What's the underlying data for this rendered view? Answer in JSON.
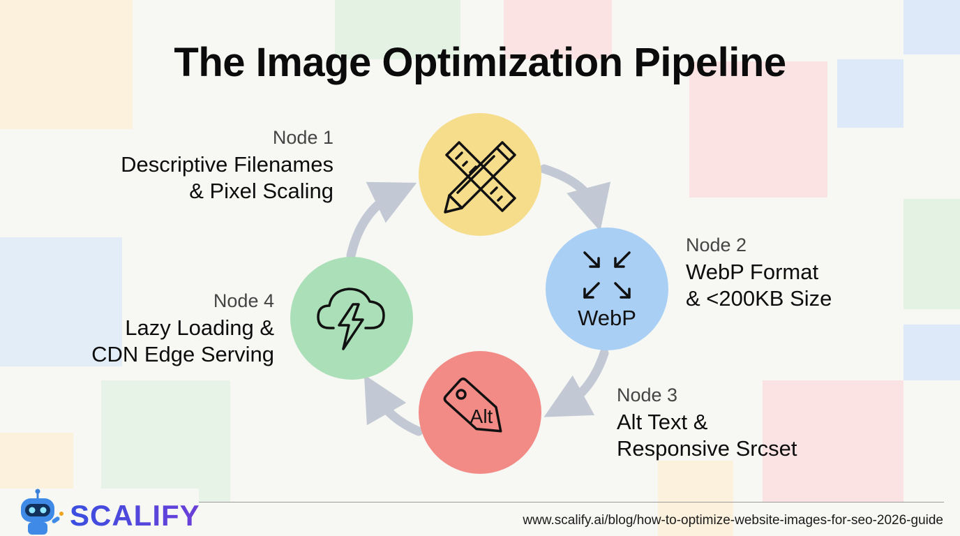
{
  "title": "The Image Optimization Pipeline",
  "nodes": [
    {
      "label": "Node 1",
      "desc_line1": "Descriptive Filenames",
      "desc_line2": "& Pixel Scaling",
      "icon": "ruler-pencil-icon",
      "color": "#f6dd8c"
    },
    {
      "label": "Node 2",
      "desc_line1": "WebP Format",
      "desc_line2": "& <200KB Size",
      "icon": "expand-arrows-icon",
      "icon_text": "WebP",
      "color": "#a9cff4"
    },
    {
      "label": "Node 3",
      "desc_line1": "Alt Text &",
      "desc_line2": "Responsive Srcset",
      "icon": "tag-icon",
      "icon_text": "Alt",
      "color": "#f28a86"
    },
    {
      "label": "Node 4",
      "desc_line1": "Lazy Loading &",
      "desc_line2": "CDN Edge Serving",
      "icon": "cloud-lightning-icon",
      "color": "#abdfb8"
    }
  ],
  "arrow_color": "#c2c9d4",
  "brand": {
    "name": "SCALIFY",
    "accent": "#3a4fe0"
  },
  "footer": {
    "url": "www.scalify.ai/blog/how-to-optimize-website-images-for-seo-2026-guide"
  }
}
